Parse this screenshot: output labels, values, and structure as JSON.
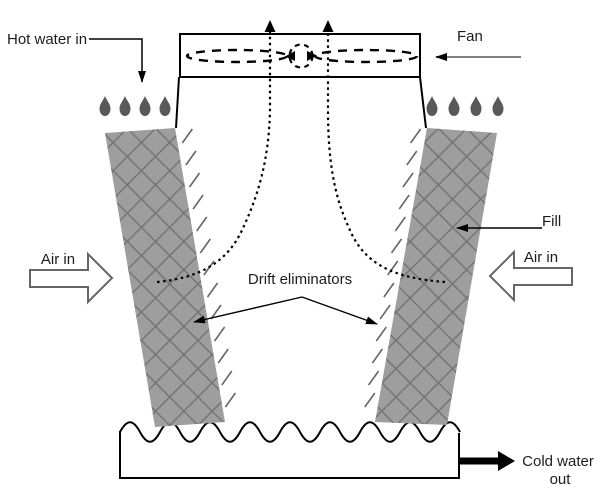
{
  "diagram": {
    "labels": {
      "hot_water_in": "Hot water in",
      "fan": "Fan",
      "fill": "Fill",
      "air_in_left": "Air in",
      "air_in_right": "Air in",
      "drift_eliminators": "Drift eliminators",
      "cold_water_out_line1": "Cold water",
      "cold_water_out_line2": "out"
    },
    "colors": {
      "background": "#ffffff",
      "outline": "#000000",
      "fill_media": "#9e9e9e",
      "fill_media_hatch": "#757575",
      "droplet": "#595959",
      "fan_leader_line": "#808080",
      "block_arrow_outline": "#666666",
      "text": "#1c1c1c"
    }
  }
}
